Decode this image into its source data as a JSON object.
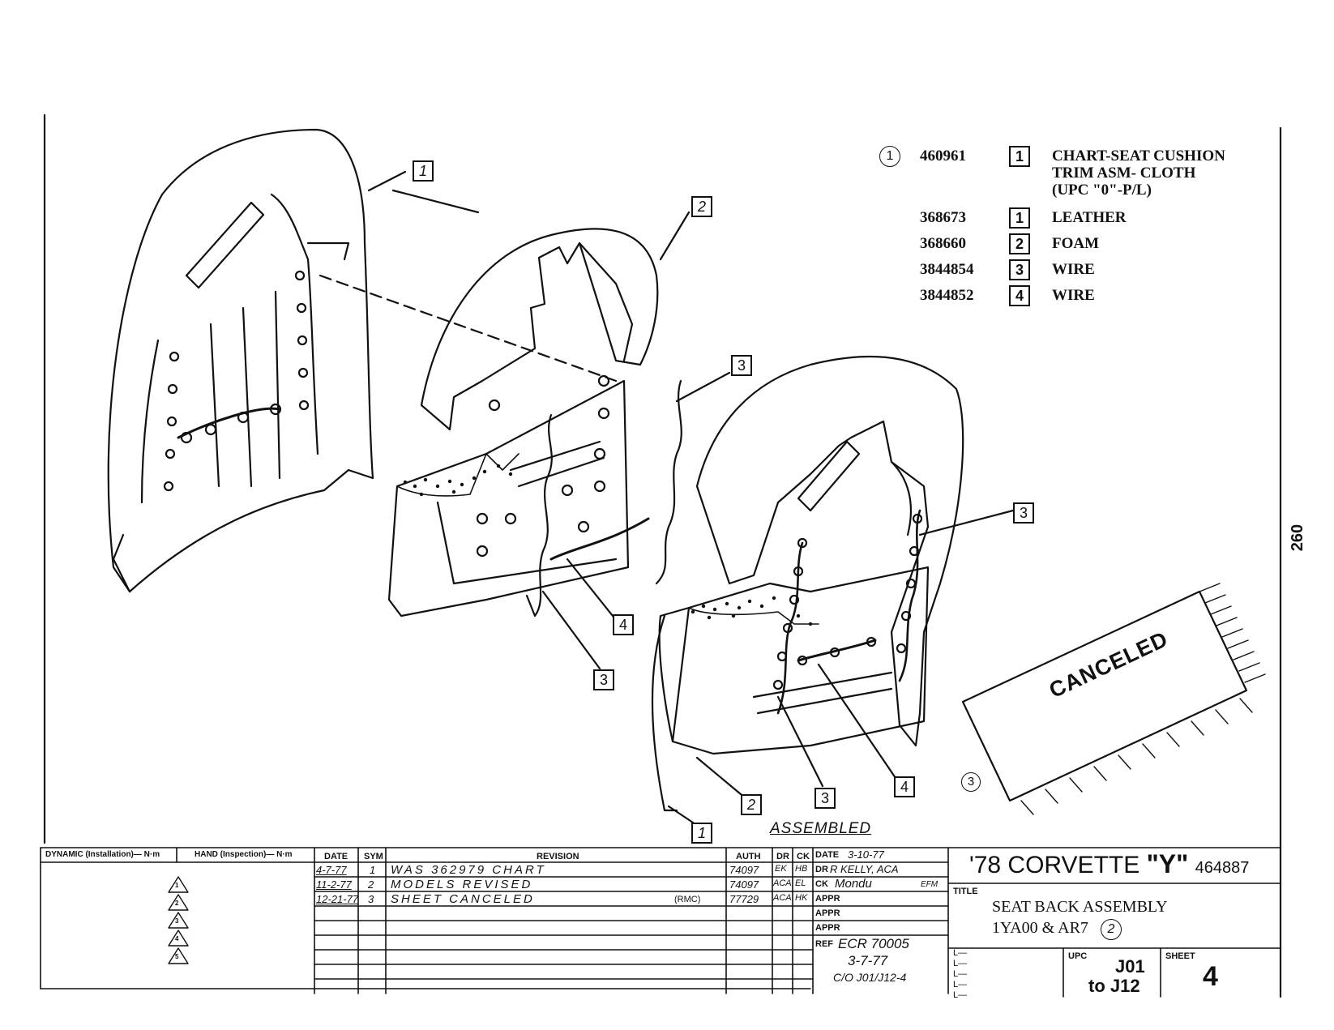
{
  "parts_list": {
    "header_callout": "1",
    "rows": [
      {
        "part_no": "460961",
        "key": "1",
        "desc_lines": [
          "CHART-SEAT CUSHION",
          "TRIM ASM- CLOTH",
          "(UPC \"0\"-P/L)"
        ]
      },
      {
        "part_no": "368673",
        "key": "1",
        "desc_lines": [
          "LEATHER"
        ]
      },
      {
        "part_no": "368660",
        "key": "2",
        "desc_lines": [
          "FOAM"
        ]
      },
      {
        "part_no": "3844854",
        "key": "3",
        "desc_lines": [
          "WIRE"
        ]
      },
      {
        "part_no": "3844852",
        "key": "4",
        "desc_lines": [
          "WIRE"
        ]
      }
    ]
  },
  "page_number": "260",
  "stamp": "CANCELED",
  "assembled_label": "ASSEMBLED",
  "assembled_callout": "3",
  "callouts": {
    "exploded_1": "1",
    "exploded_2": "2",
    "exploded_3_top": "3",
    "exploded_4": "4",
    "exploded_3_bottom": "3",
    "assembled_3_top": "3",
    "assembled_2": "2",
    "assembled_3_bottom": "3",
    "assembled_4": "4",
    "assembled_1": "1"
  },
  "title_block": {
    "torque_dynamic": "DYNAMIC (Installation)— N·m",
    "torque_hand": "HAND (Inspection)— N·m",
    "rev_markers": [
      "1",
      "2",
      "3",
      "4",
      "5"
    ],
    "headers": {
      "date": "DATE",
      "sym": "SYM",
      "revision": "REVISION",
      "auth": "AUTH",
      "dr": "DR",
      "ck": "CK"
    },
    "revisions": [
      {
        "date": "4-7-77",
        "sym": "1",
        "text": "WAS 362979 CHART",
        "note": "",
        "auth": "74097",
        "dr": "EK",
        "ck": "HB"
      },
      {
        "date": "11-2-77",
        "sym": "2",
        "text": "MODELS REVISED",
        "note": "",
        "auth": "74097",
        "dr": "ACA",
        "ck": "EL"
      },
      {
        "date": "12-21-77",
        "sym": "3",
        "text": "SHEET CANCELED",
        "note": "(RMC)",
        "auth": "77729",
        "dr": "ACA",
        "ck": "HK"
      }
    ],
    "signoff": {
      "date_label": "DATE",
      "date_value": "3-10-77",
      "dr_label": "DR",
      "dr_value": "R KELLY, ACA",
      "ck_label": "CK",
      "ck_value": "Mondu",
      "ck_initials": "EFM",
      "appr_label": "APPR",
      "ref_label": "REF",
      "ref_lines": [
        "ECR 70005",
        "3-7-77",
        "C/O J01/J12-4"
      ]
    },
    "model": {
      "year": "'78 CORVETTE",
      "code": "\"Y\"",
      "number": "464887"
    },
    "title_label": "TITLE",
    "title_lines": [
      "SEAT BACK ASSEMBLY",
      "1YA00 & AR7"
    ],
    "title_rev_callout": "2",
    "l_marks": [
      "L—",
      "L—",
      "L—",
      "L—",
      "L—"
    ],
    "upc_label": "UPC",
    "upc_lines": [
      "J01",
      "to J12"
    ],
    "sheet_label": "SHEET",
    "sheet_value": "4"
  }
}
